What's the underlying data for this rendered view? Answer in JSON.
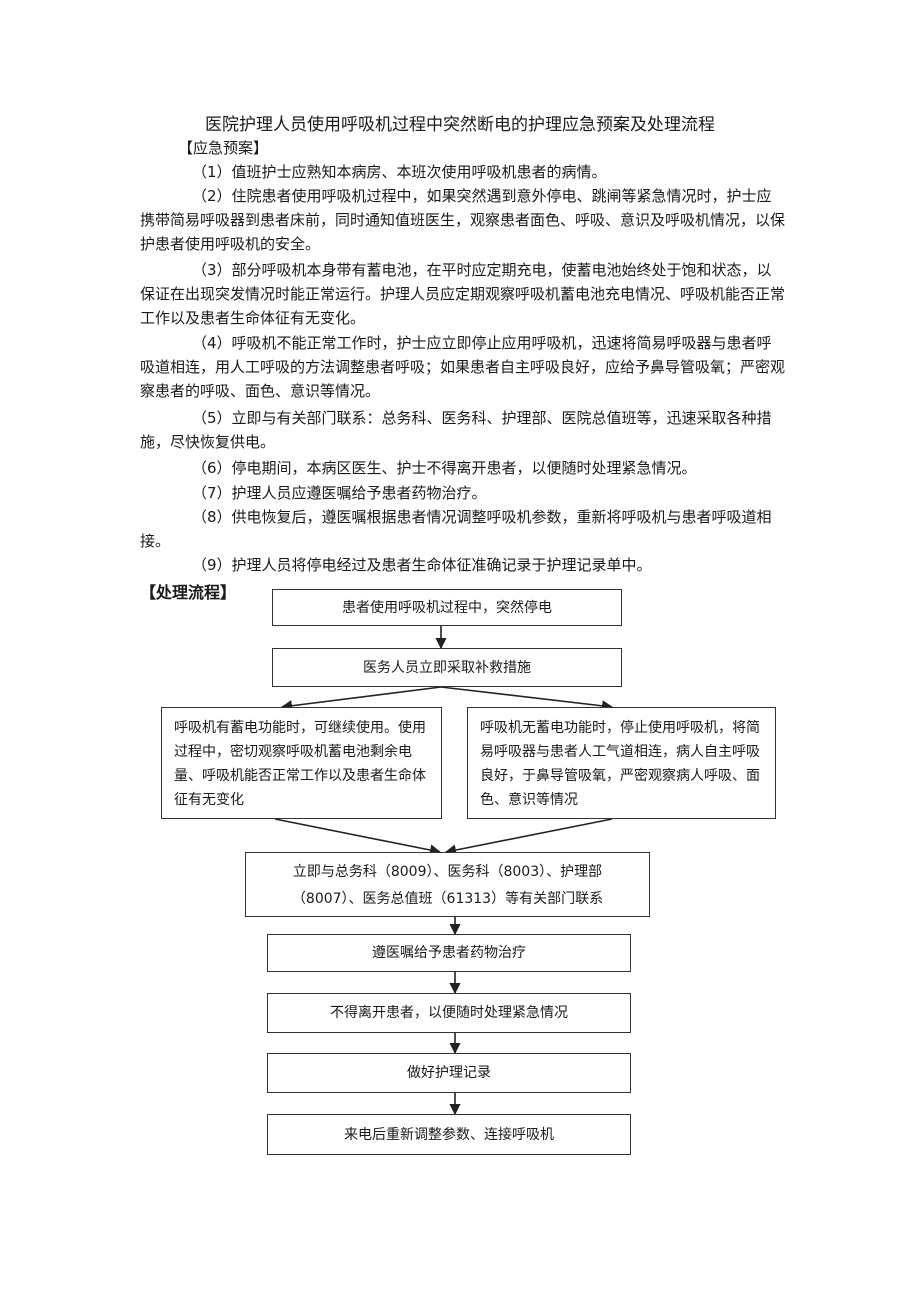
{
  "title": "医院护理人员使用呼吸机过程中突然断电的护理应急预案及处理流程",
  "emergency_plan": {
    "heading": "【应急预案】",
    "items": [
      "（1）值班护士应熟知本病房、本班次使用呼吸机患者的病情。",
      "（2）住院患者使用呼吸机过程中，如果突然遇到意外停电、跳闸等紧急情况时，护士应携带简易呼吸器到患者床前，同时通知值班医生，观察患者面色、呼吸、意识及呼吸机情况，以保护患者使用呼吸机的安全。",
      "（3）部分呼吸机本身带有蓄电池，在平时应定期充电，使蓄电池始终处于饱和状态，以保证在出现突发情况时能正常运行。护理人员应定期观察呼吸机蓄电池充电情况、呼吸机能否正常工作以及患者生命体征有无变化。",
      "（4）呼吸机不能正常工作时，护士应立即停止应用呼吸机，迅速将简易呼吸器与患者呼吸道相连，用人工呼吸的方法调整患者呼吸；如果患者自主呼吸良好，应给予鼻导管吸氧；严密观察患者的呼吸、面色、意识等情况。",
      "（5）立即与有关部门联系：总务科、医务科、护理部、医院总值班等，迅速采取各种措施，尽快恢复供电。",
      "（6）停电期间，本病区医生、护士不得离开患者，以便随时处理紧急情况。",
      "（7）护理人员应遵医嘱给予患者药物治疗。",
      "（8）供电恢复后，遵医嘱根据患者情况调整呼吸机参数，重新将呼吸机与患者呼吸道相接。",
      "（9）护理人员将停电经过及患者生命体征准确记录于护理记录单中。"
    ]
  },
  "process_flow": {
    "heading": "【处理流程】",
    "step1": "患者使用呼吸机过程中，突然停电",
    "step2": "医务人员立即采取补救措施",
    "left_branch": "呼吸机有蓄电功能时，可继续使用。使用过程中，密切观察呼吸机蓄电池剩余电量、呼吸机能否正常工作以及患者生命体征有无变化",
    "right_branch": "呼吸机无蓄电功能时，停止使用呼吸机，将简易呼吸器与患者人工气道相连，病人自主呼吸良好，于鼻导管吸氧，严密观察病人呼吸、面色、意识等情况",
    "contact_line1": "立即与总务科（8009）、医务科（8003）、护理部",
    "contact_line2": "（8007）、医务总值班（61313）等有关部门联系",
    "step4": "遵医嘱给予患者药物治疗",
    "step5": "不得离开患者，以便随时处理紧急情况",
    "step6": "做好护理记录",
    "step7": "来电后重新调整参数、连接呼吸机"
  }
}
